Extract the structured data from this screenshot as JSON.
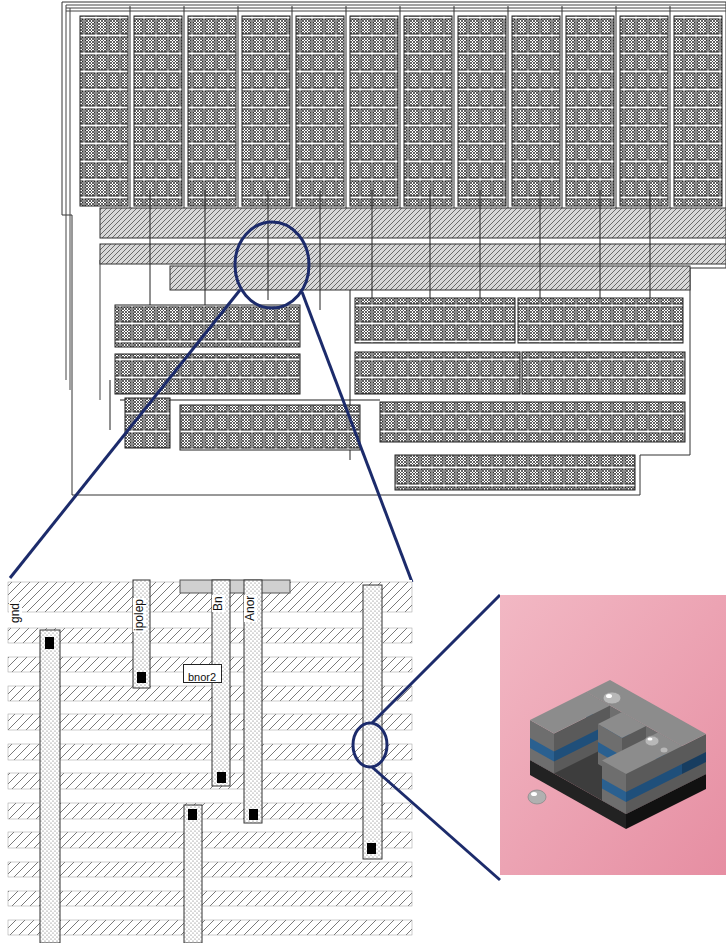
{
  "diagram": {
    "nodes": [
      {
        "text": [
          "bnor2"
        ]
      }
    ],
    "labels": [
      "gnd",
      "ipolep",
      "Bn",
      "Anor"
    ]
  }
}
